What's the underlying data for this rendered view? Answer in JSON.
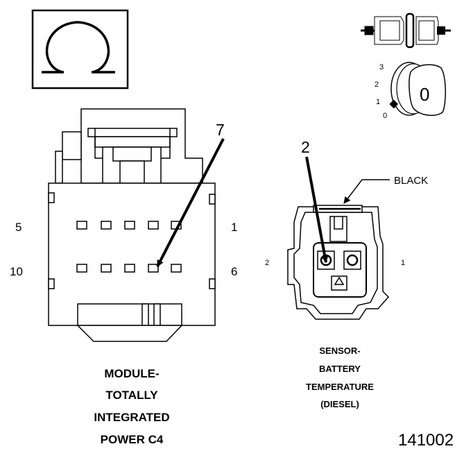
{
  "left_connector": {
    "pin_top_left": "5",
    "pin_top_right": "1",
    "pin_bottom_left": "10",
    "pin_bottom_right": "6",
    "callout_pin": "7",
    "caption": [
      "MODULE-",
      "TOTALLY",
      "INTEGRATED",
      "POWER C4"
    ]
  },
  "right_connector": {
    "callout_pin": "2",
    "color_label": "BLACK",
    "pin_left": "2",
    "pin_right": "1",
    "caption": [
      "SENSOR-",
      "BATTERY",
      "TEMPERATURE",
      "(DIESEL)"
    ]
  },
  "ignition": {
    "positions": [
      "3",
      "2",
      "1",
      "0"
    ],
    "key_label": "0"
  },
  "icons": [
    "ohm-meter-icon",
    "disconnected-connector-icon",
    "ignition-key-icon"
  ],
  "figure_number": "141002"
}
